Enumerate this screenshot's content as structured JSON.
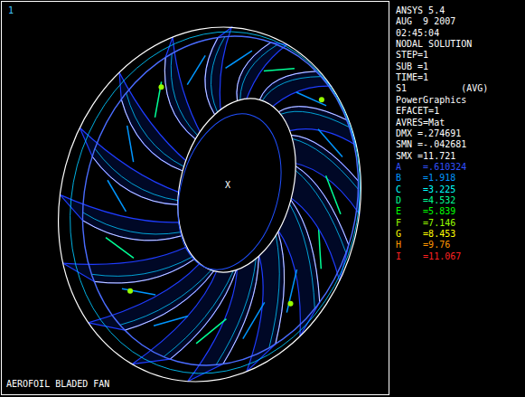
{
  "diagram": {
    "labels": [
      "1",
      "X",
      "AEROFOIL BLADED FAN",
      "ANSYS 5.4",
      "AUG  9 2007",
      "02:45:04",
      "NODAL SOLUTION",
      "STEP=1",
      "SUB =1",
      "TIME=1",
      "S1          (AVG)",
      "PowerGraphics",
      "EFACET=1",
      "AVRES=Mat",
      "DMX =.274691",
      "SMN =-.042681",
      "SMX =11.721"
    ],
    "legend": [
      {
        "text": "A    =.610324",
        "color": "#3050ff"
      },
      {
        "text": "B    =1.918",
        "color": "#0096ff"
      },
      {
        "text": "C    =3.225",
        "color": "#00ffff"
      },
      {
        "text": "D    =4.532",
        "color": "#00ff96"
      },
      {
        "text": "E    =5.839",
        "color": "#00ff00"
      },
      {
        "text": "F    =7.146",
        "color": "#96ff00"
      },
      {
        "text": "G    =8.453",
        "color": "#ffff00"
      },
      {
        "text": "H    =9.76",
        "color": "#ff9600"
      },
      {
        "text": "I    =11.067",
        "color": "#ff2020"
      }
    ]
  }
}
